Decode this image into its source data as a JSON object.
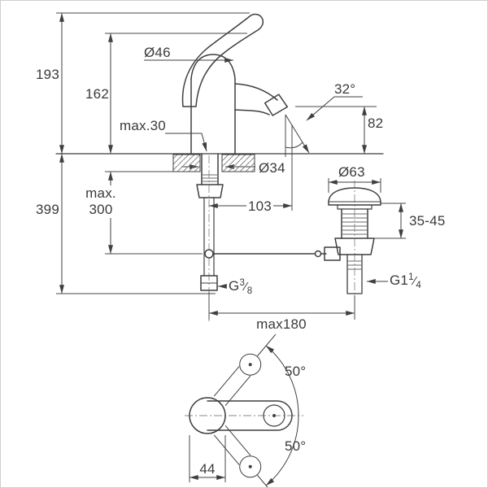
{
  "colors": {
    "line": "#3f3f3f",
    "thin_line": "#4a4a4a",
    "centerline": "#8a8a8a",
    "background": "#ffffff",
    "border": "#cfcfcf"
  },
  "side_view": {
    "height_total": "193",
    "height_body": "162",
    "depth_below": "399",
    "max_mount_1": "max.",
    "max_mount_2": "300",
    "dia_body": "Ø46",
    "max_deck": "max.30",
    "spout_angle": "32°",
    "spout_height": "82",
    "dia_hole": "Ø34",
    "spout_reach": "103",
    "dia_waste_flange": "Ø63",
    "waste_deck_range": "35-45",
    "supply_thread_base": "G",
    "supply_thread_num": "3",
    "supply_thread_slash": "⁄",
    "supply_thread_den": "8",
    "waste_thread_base": "G1",
    "waste_thread_num": "1",
    "waste_thread_slash": "⁄",
    "waste_thread_den": "4",
    "max_rod_distance": "max180"
  },
  "plan_view": {
    "swivel_up": "50°",
    "swivel_down": "50°",
    "lever_width": "44"
  }
}
